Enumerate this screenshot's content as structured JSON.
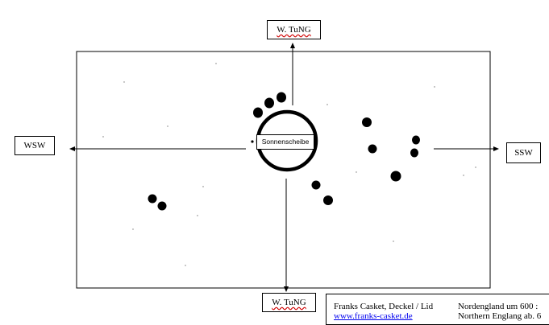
{
  "labels": {
    "top": "W. TuNG",
    "bottom": "W. TuNG",
    "left": "WSW",
    "right": "SSW",
    "sun": "Sonnenscheibe"
  },
  "caption": {
    "title": "Franks Casket, Deckel / Lid",
    "link": "www.franks-casket.de",
    "note_de": "Nordengland um 600 :",
    "note_en": "Northern Englang ab. 6"
  },
  "colors": {
    "ink": "#000000",
    "link": "#0000ee",
    "spellcheck": "#d00000"
  }
}
